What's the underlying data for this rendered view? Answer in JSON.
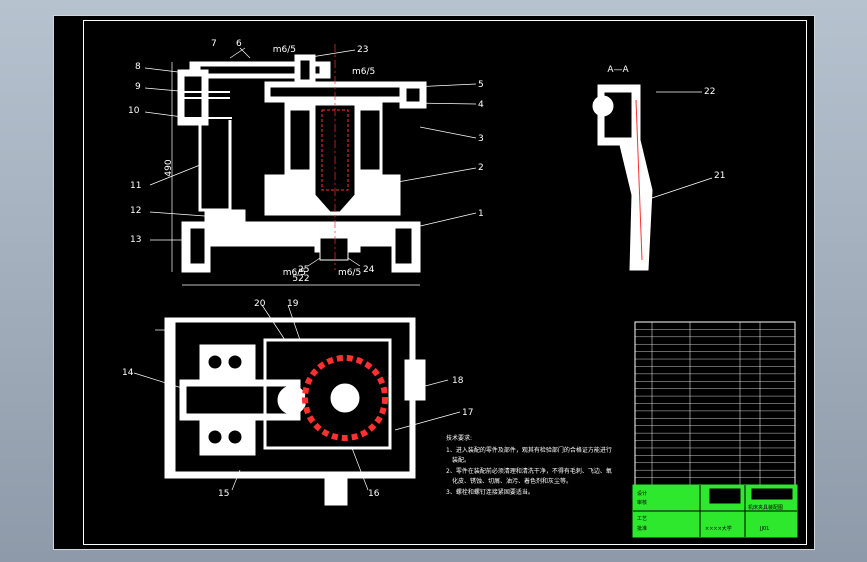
{
  "drawing": {
    "section_label": "A—A",
    "dims": {
      "height_dim": "490",
      "width_dim": "522",
      "fit_1": "m6/5",
      "fit_2": "m6/5",
      "fit_3": "m6/5",
      "fit_4": "m6/5"
    },
    "balloons": [
      "1",
      "2",
      "3",
      "4",
      "5",
      "6",
      "7",
      "8",
      "9",
      "10",
      "11",
      "12",
      "13",
      "14",
      "15",
      "16",
      "17",
      "18",
      "19",
      "20",
      "21",
      "22",
      "23",
      "24",
      "25"
    ],
    "tech_notes": {
      "title": "技术要求:",
      "lines": [
        "1、进入装配的零件及部件，观其有检验部门的合格证方能进行",
        "装配。",
        "2、零件在装配前必须清理和清洗干净，不得有毛刺、飞边、氧",
        "化皮、锈蚀、切屑、油污、着色剂和灰尘等。",
        "3、螺栓和螺钉连接紧固要适当。"
      ]
    },
    "title_block": {
      "drawing_title": "机床夹具装配图",
      "drawing_no": "JJ01",
      "company": "××××大学",
      "labels": [
        "设计",
        "审核",
        "工艺",
        "批准"
      ]
    },
    "bom_rows": 22,
    "colors": {
      "background": "#000000",
      "line": "#ffffff",
      "hidden": "#ff3030",
      "title_block": "#2ee82e"
    }
  }
}
